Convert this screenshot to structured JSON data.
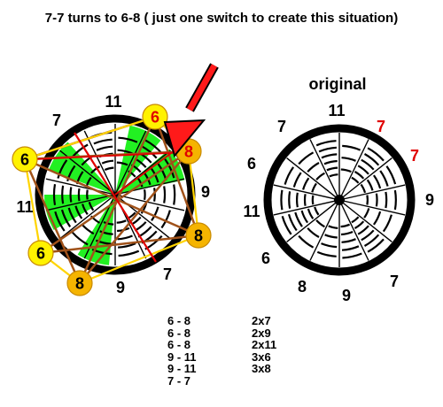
{
  "title": "7-7 turns to 6-8 ( just one switch to create this situation)",
  "left_diagram": {
    "numbers": [
      "11",
      "7",
      "9",
      "7",
      "9",
      "11"
    ],
    "nodes": [
      "6",
      "8",
      "6",
      "8",
      "6",
      "8"
    ],
    "colors": {
      "node": "#fff200",
      "node_alt": "#f5b400",
      "wedge": "#22f022",
      "arrow": "#ff1a1a",
      "edge_brown": "#a0521a",
      "edge_yellow": "#ffd400",
      "edge_red": "#e00000"
    }
  },
  "right_diagram": {
    "heading": "original",
    "numbers": [
      "11",
      "7",
      "7",
      "7",
      "9",
      "6",
      "11",
      "6",
      "8",
      "9",
      "7"
    ],
    "highlight_color": "#e00000"
  },
  "pairs_left": [
    "6 - 8",
    "6 - 8",
    "6 - 8",
    "9 - 11",
    "9 - 11",
    "7 - 7"
  ],
  "pairs_right": [
    "2x7",
    "2x9",
    "2x11",
    "3x6",
    "3x8"
  ]
}
